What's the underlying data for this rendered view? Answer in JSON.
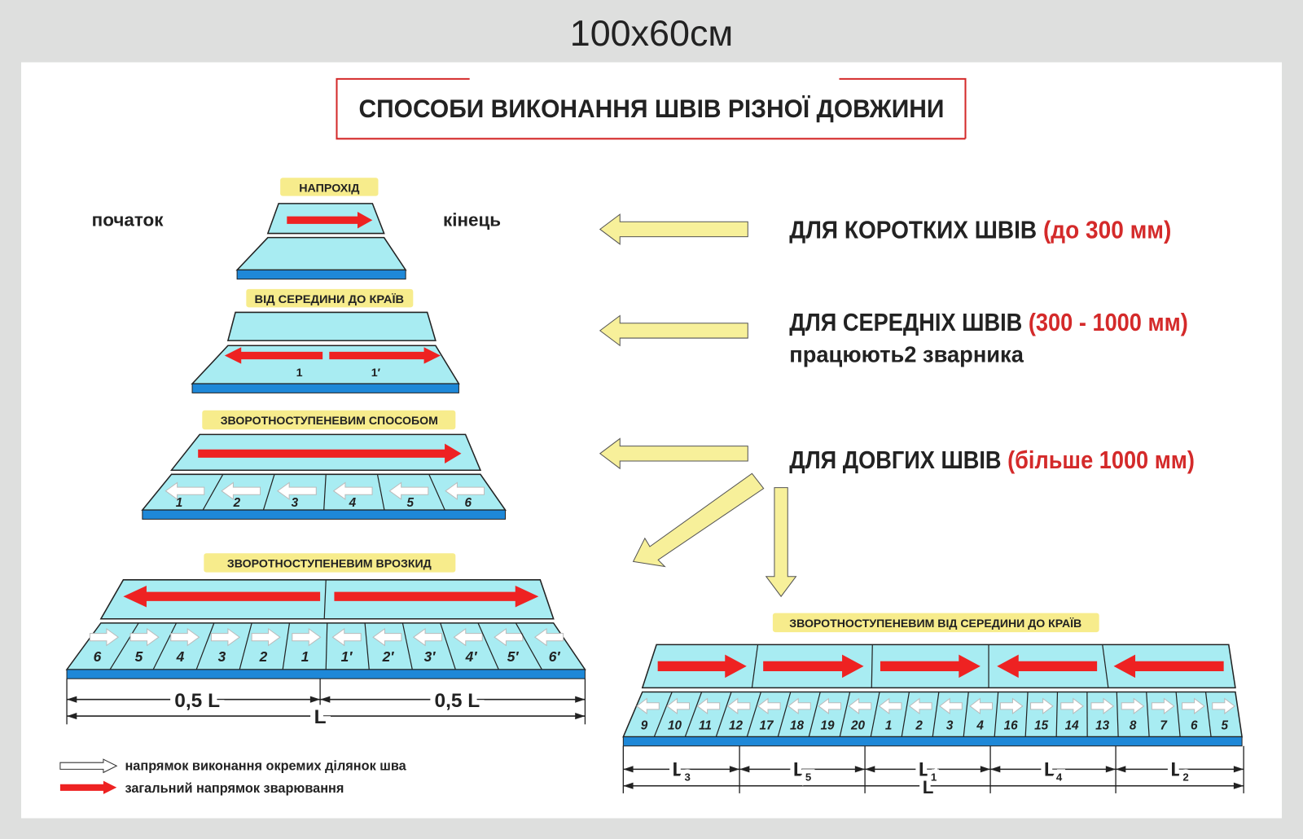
{
  "size_label": "100x60см",
  "title": "СПОСОБИ ВИКОНАННЯ ШВІВ РІЗНОЇ ДОВЖИНИ",
  "colors": {
    "plate": "#a8ecf2",
    "plate_edge": "#1e88d8",
    "weld_arrow": "#ee2222",
    "label_bg": "#f7ec8c",
    "pointer_arrow": "#f7f09a",
    "accent": "#d42a2a"
  },
  "start_label": "початок",
  "end_label": "кінець",
  "methods": {
    "through": {
      "label": "НАПРОХІД"
    },
    "center_out": {
      "label": "ВІД СЕРЕДИНИ ДО КРАЇВ",
      "segments": [
        "1",
        "1′"
      ]
    },
    "back_step": {
      "label": "ЗВОРОТНОСТУПЕНЕВИМ СПОСОБОМ",
      "segments": [
        "1",
        "2",
        "3",
        "4",
        "5",
        "6"
      ],
      "segment_directions": [
        "left",
        "left",
        "left",
        "left",
        "left",
        "left"
      ]
    },
    "back_step_split": {
      "label": "ЗВОРОТНОСТУПЕНЕВИМ ВРОЗКИД",
      "segments": [
        "6",
        "5",
        "4",
        "3",
        "2",
        "1",
        "1′",
        "2′",
        "3′",
        "4′",
        "5′",
        "6′"
      ],
      "segment_directions": [
        "right",
        "right",
        "right",
        "right",
        "right",
        "right",
        "left",
        "left",
        "left",
        "left",
        "left",
        "left"
      ],
      "dims": {
        "half_left": "0,5 L",
        "half_right": "0,5 L",
        "total": "L"
      }
    },
    "back_step_center_out": {
      "label": "ЗВОРОТНОСТУПЕНЕВИМ ВІД СЕРЕДИНИ ДО КРАЇВ",
      "segments": [
        "9",
        "10",
        "11",
        "12",
        "17",
        "18",
        "19",
        "20",
        "1",
        "2",
        "3",
        "4",
        "16",
        "15",
        "14",
        "13",
        "8",
        "7",
        "6",
        "5"
      ],
      "segment_directions": [
        "left",
        "left",
        "left",
        "left",
        "left",
        "left",
        "left",
        "left",
        "left",
        "left",
        "left",
        "left",
        "right",
        "right",
        "right",
        "right",
        "right",
        "right",
        "right",
        "right"
      ],
      "section_directions": [
        "right",
        "right",
        "right",
        "left",
        "left"
      ],
      "dims": [
        {
          "main": "L",
          "sub": "3"
        },
        {
          "main": "L",
          "sub": "5"
        },
        {
          "main": "L",
          "sub": "1"
        },
        {
          "main": "L",
          "sub": "4"
        },
        {
          "main": "L",
          "sub": "2"
        }
      ],
      "total": "L"
    }
  },
  "categories": [
    {
      "name": "ДЛЯ КОРОТКИХ ШВІВ",
      "range": "(до 300 мм)"
    },
    {
      "name": "ДЛЯ СЕРЕДНІХ ШВІВ",
      "range": "(300 - 1000 мм)",
      "note": "працюють2 зварника"
    },
    {
      "name": "ДЛЯ ДОВГИХ ШВІВ",
      "range": "(більше 1000 мм)"
    }
  ],
  "legend": [
    {
      "icon": "white-arrow",
      "text": "напрямок виконання окремих ділянок шва"
    },
    {
      "icon": "red-arrow",
      "text": "загальний напрямок зварювання"
    }
  ]
}
